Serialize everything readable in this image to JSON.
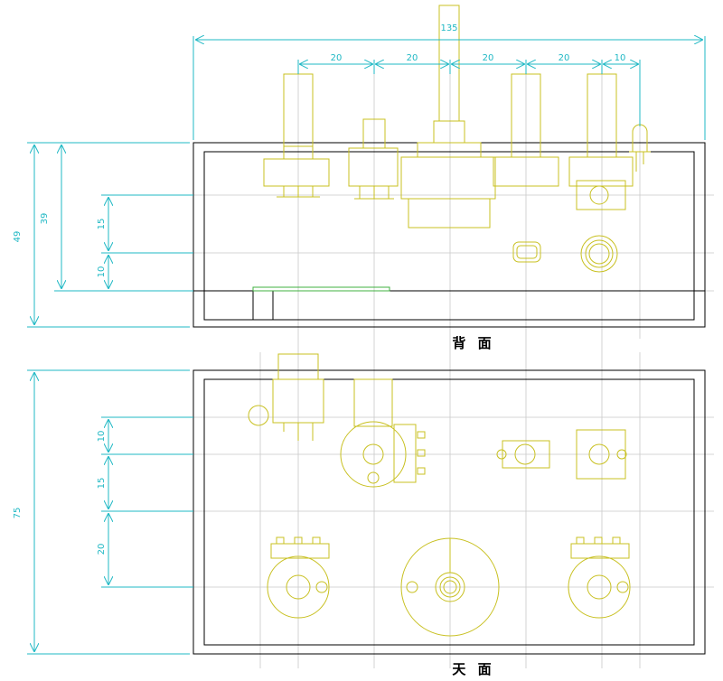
{
  "colors": {
    "grid": "#c8c8c8",
    "dimension": "#1fb8c4",
    "part": "#c8c020",
    "outline": "#000000",
    "board": "#40b040"
  },
  "labels": {
    "rear_view": "背 面",
    "top_view": "天 面"
  },
  "dimensions": {
    "overall_width": "135",
    "pitch_1": "20",
    "pitch_2": "20",
    "pitch_3": "20",
    "pitch_4": "20",
    "pitch_5": "10",
    "rear_total_height": "49",
    "rear_inner_height": "39",
    "rear_upper_offset": "15",
    "rear_lower_offset": "10",
    "top_total_depth": "75",
    "top_offset_1": "10",
    "top_offset_2": "15",
    "top_offset_3": "20"
  }
}
